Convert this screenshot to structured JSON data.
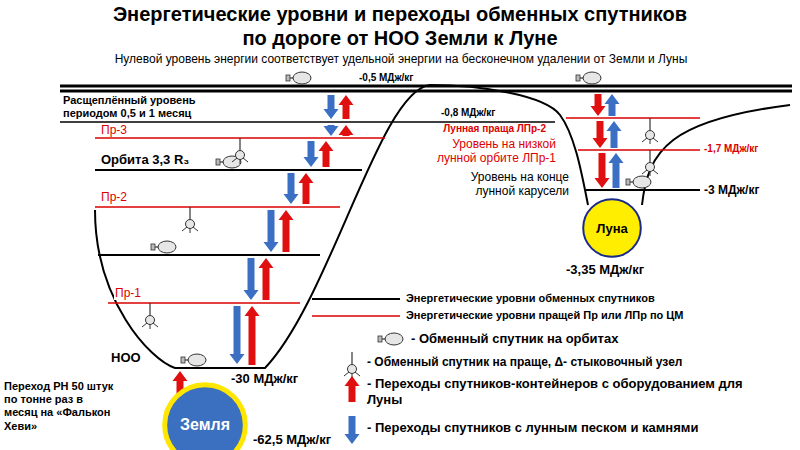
{
  "diagram": {
    "title": "Энергетические уровни и переходы обменных спутников по дороге от НОО Земли к Луне",
    "nodes": [
      {
        "text": [
          "Земля"
        ]
      },
      {
        "text": [
          "Луна"
        ]
      }
    ],
    "labels": [
      "Нулевой уровень энергии соответствует удельной энергии на бесконечном удалении от Земли и Луны",
      "Расщеплённый уровень",
      "периодом 0,5 и 1 месяц",
      "-0,5 МДж/кг",
      "-0,8 МДж/кг",
      "Пр-3",
      "Орбита 3,3 R₃",
      "Пр-2",
      "Пр-1",
      "НОО",
      "-30 МДж/кг",
      "Переход РН 50 штук по тонне раз в месяц на «Фалькон Хеви»",
      "-62,5 МДж/кг",
      "Лунная праща ЛПр-2",
      "Уровень на низкой лунной орбите ЛПр-1",
      "-1,7 МДж/кг",
      "Уровень на конце лунной карусели",
      "-3 МДж/кг",
      "-3,35 МДж/кг"
    ],
    "legend": [
      {
        "text": "Энергетические уровни обменных спутников"
      },
      {
        "text": "Энергетические уровни пращей Пр или ЛПр по ЦМ"
      },
      {
        "text": "- Обменный спутник на орбитах"
      },
      {
        "text": "- Обменный спутник на праще, Δ- стыковочный узел"
      },
      {
        "text": "- Переходы спутников-контейнеров с оборудованием для Луны"
      },
      {
        "text": "- Переходы спутников с лунным песком и камнями"
      }
    ]
  }
}
